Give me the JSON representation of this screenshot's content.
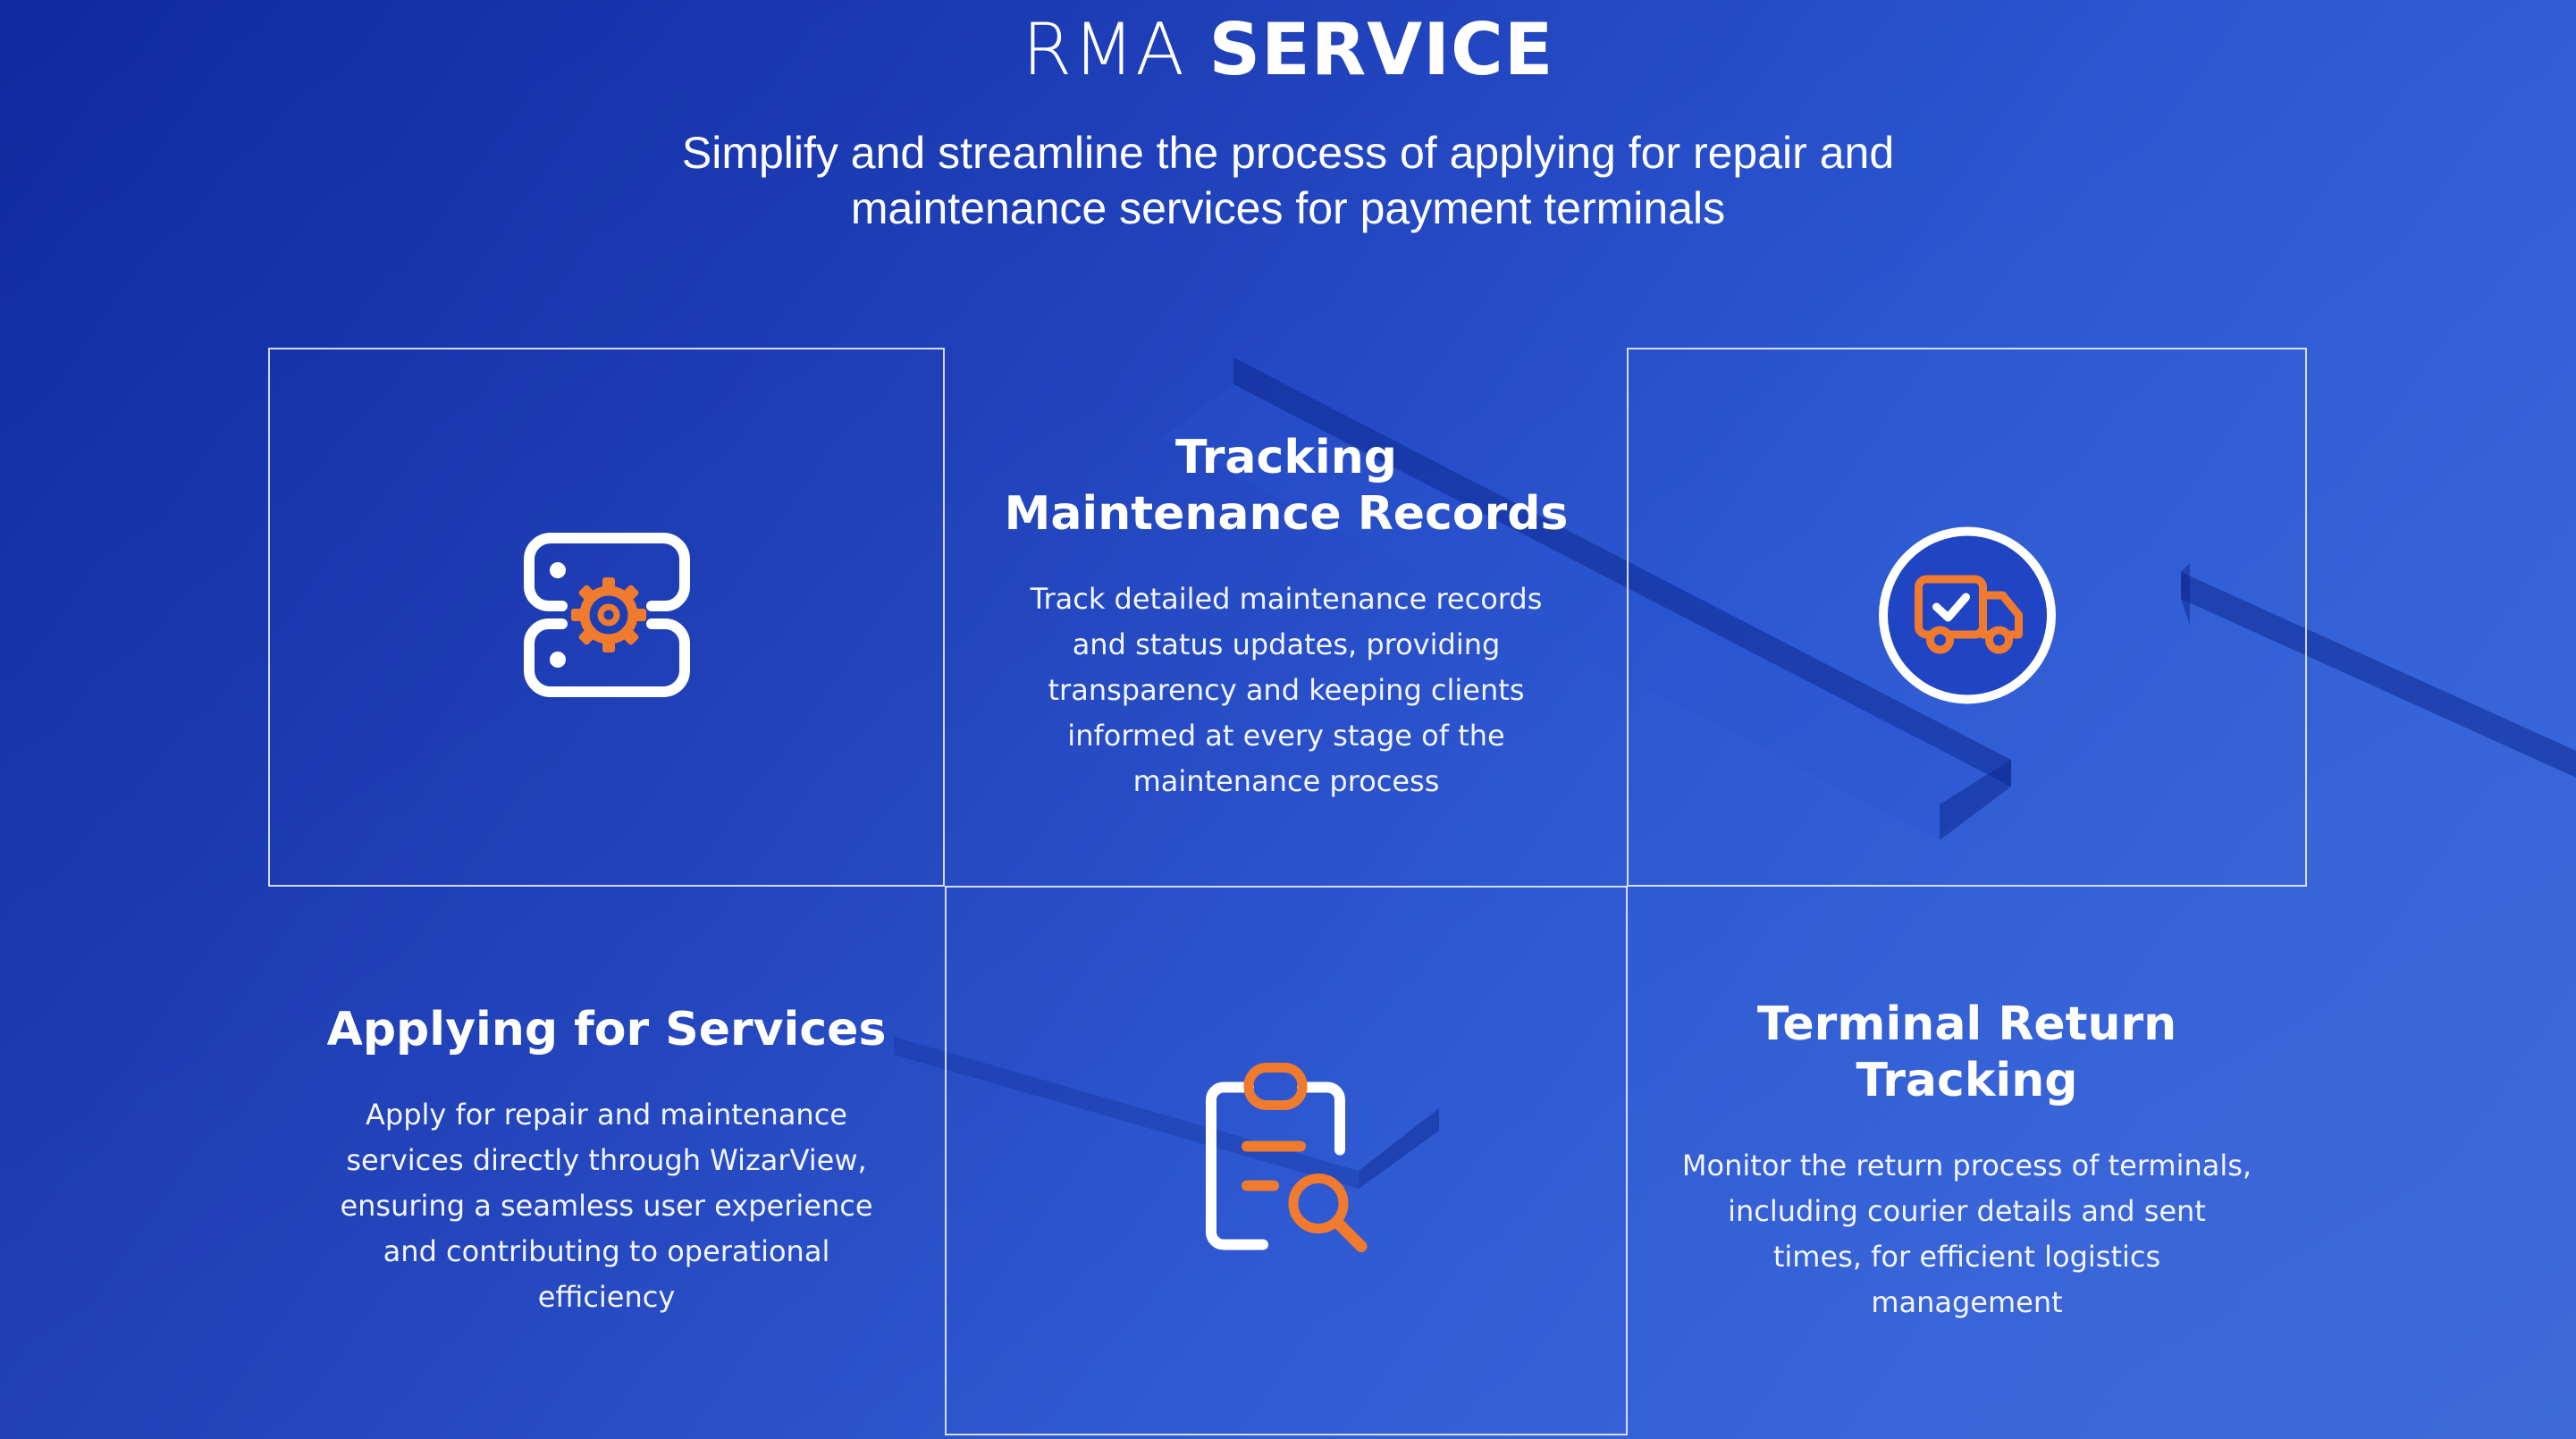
{
  "header": {
    "title_light": "RMA",
    "title_bold": "SERVICE",
    "subtitle": "Simplify and streamline the process of applying for repair and maintenance services for payment terminals"
  },
  "cards": {
    "tracking": {
      "title": "Tracking Maintenance Records",
      "description": "Track detailed maintenance records and status updates,  providing transparency and keeping clients informed at every stage of the maintenance process"
    },
    "applying": {
      "title": "Applying for Services",
      "description": "Apply for repair and maintenance services directly through WizarView, ensuring a seamless user experience and contributing to operational efficiency"
    },
    "return": {
      "title": "Terminal Return Tracking",
      "description": "Monitor the return process of terminals, including courier details and sent times, for efficient logistics management"
    }
  },
  "icons": {
    "settings": "settings-gear-icon",
    "delivery": "delivery-truck-icon",
    "clipboard": "clipboard-search-icon"
  },
  "colors": {
    "accent": "#f07a2e",
    "background": "#1a3cb8",
    "icon_outline": "#ffffff"
  }
}
